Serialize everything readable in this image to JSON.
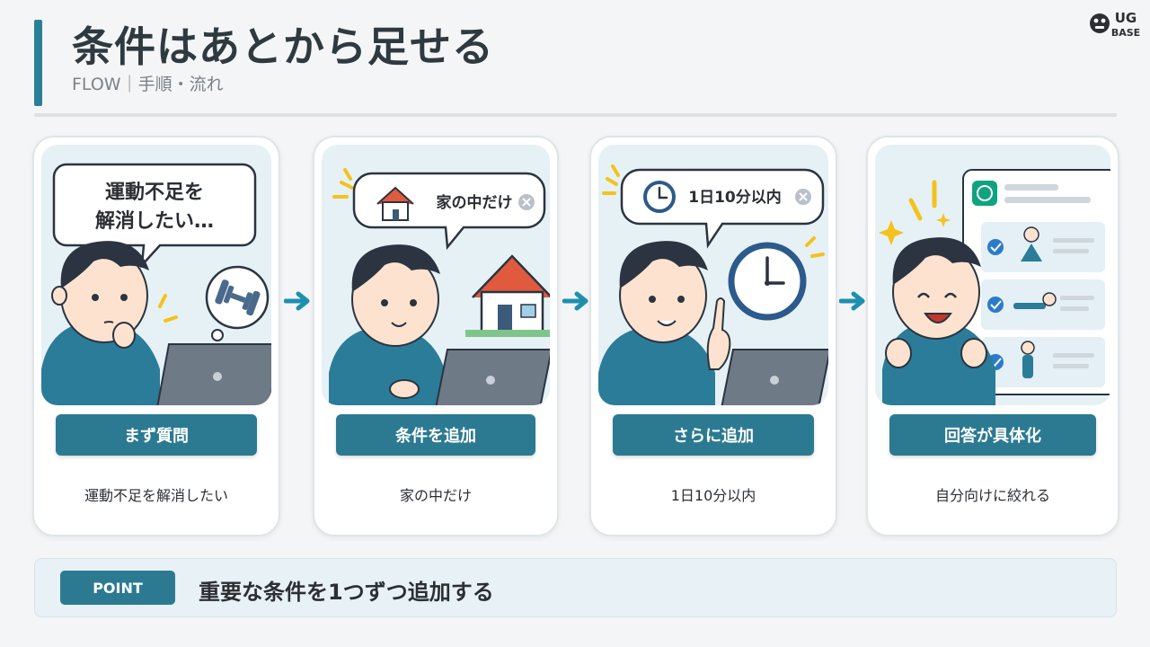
{
  "header": {
    "title": "条件はあとから足せる",
    "subtitle": "FLOW｜手順・流れ",
    "logo_text_top": "UG",
    "logo_text_bottom": "BASE"
  },
  "colors": {
    "accent": "#2a7f96",
    "label_bg": "#2c7a92",
    "scene_bg": "#e6f1f6",
    "shirt": "#2b7c99",
    "hair": "#2b3440",
    "spark": "#f4c21c"
  },
  "steps": [
    {
      "label": "まず質問",
      "caption": "運動不足を解消したい",
      "bubble_line1": "運動不足を",
      "bubble_line2": "解消したい…",
      "thought_icon": "dumbbell-icon"
    },
    {
      "label": "条件を追加",
      "caption": "家の中だけ",
      "bubble_text": "家の中だけ",
      "bubble_icon": "house-icon"
    },
    {
      "label": "さらに追加",
      "caption": "1日10分以内",
      "bubble_text": "1日10分以内",
      "bubble_icon": "clock-icon"
    },
    {
      "label": "回答が具体化",
      "caption": "自分向けに絞れる",
      "panel_icon": "chatgpt-icon"
    }
  ],
  "point": {
    "badge": "POINT",
    "text": "重要な条件を1つずつ追加する"
  }
}
